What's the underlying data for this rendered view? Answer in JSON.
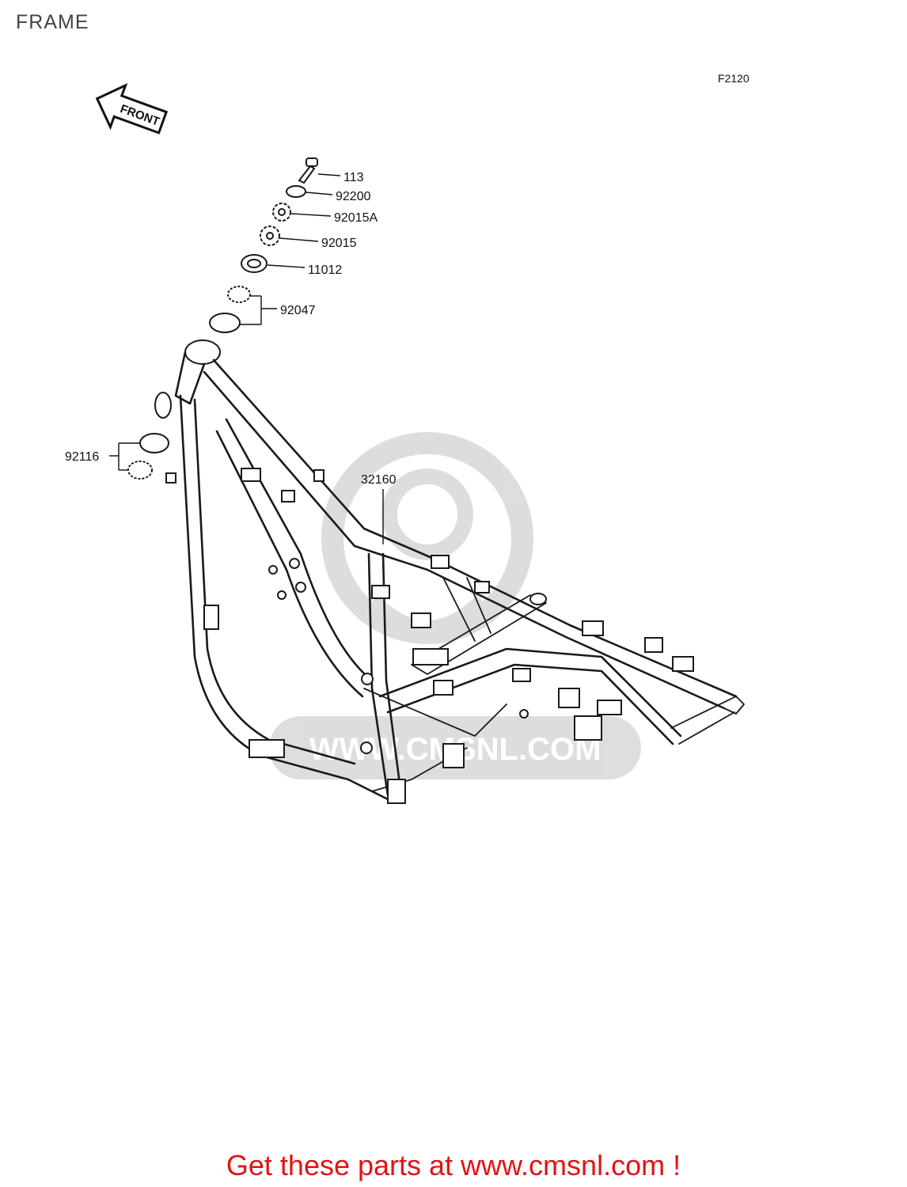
{
  "page": {
    "title": "FRAME",
    "diagram_code": "F2120",
    "cta_text": "Get these parts at www.cmsnl.com !",
    "cta_color": "#e01414"
  },
  "front_arrow": {
    "label": "FRONT"
  },
  "watermark": {
    "text": "WWW.CMSNL.COM"
  },
  "parts": [
    {
      "number": "113",
      "icon": "bolt-icon"
    },
    {
      "number": "92200",
      "icon": "washer-icon"
    },
    {
      "number": "92015A",
      "icon": "castle-nut-icon"
    },
    {
      "number": "92015",
      "icon": "castle-nut-icon"
    },
    {
      "number": "11012",
      "icon": "cap-icon"
    },
    {
      "number": "92047",
      "icon": "bearing-icon"
    },
    {
      "number": "92116",
      "icon": "bearing-icon"
    },
    {
      "number": "32160",
      "icon": "frame-icon"
    }
  ]
}
